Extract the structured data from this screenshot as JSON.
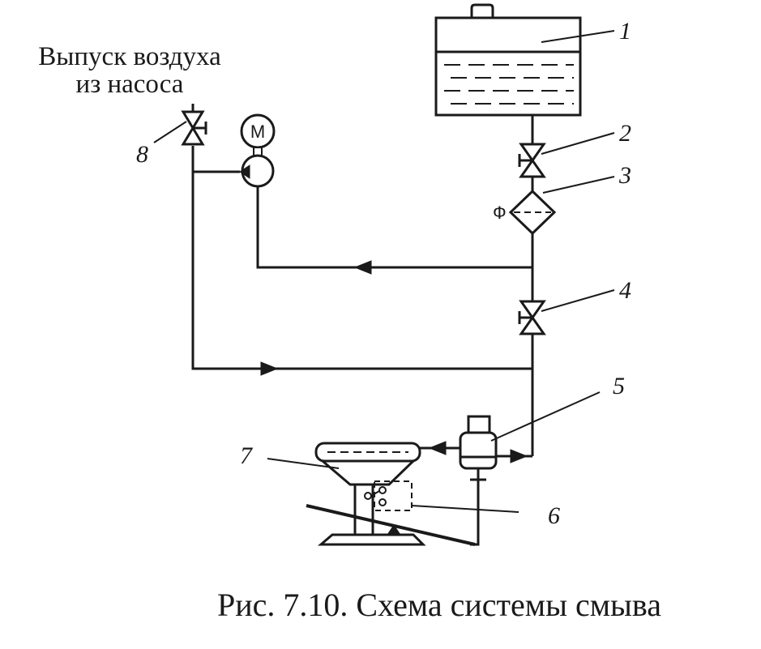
{
  "air_label": {
    "line1": "Выпуск воздуха",
    "line2": "из насоса"
  },
  "motor_symbol": "М",
  "filter_symbol": "Ф",
  "item_numbers": {
    "tank": "1",
    "valve_2": "2",
    "filter": "3",
    "valve_4": "4",
    "solenoid_valve": "5",
    "switch": "6",
    "bowl": "7",
    "air_valve": "8"
  },
  "caption": "Рис. 7.10. Схема системы смыва"
}
